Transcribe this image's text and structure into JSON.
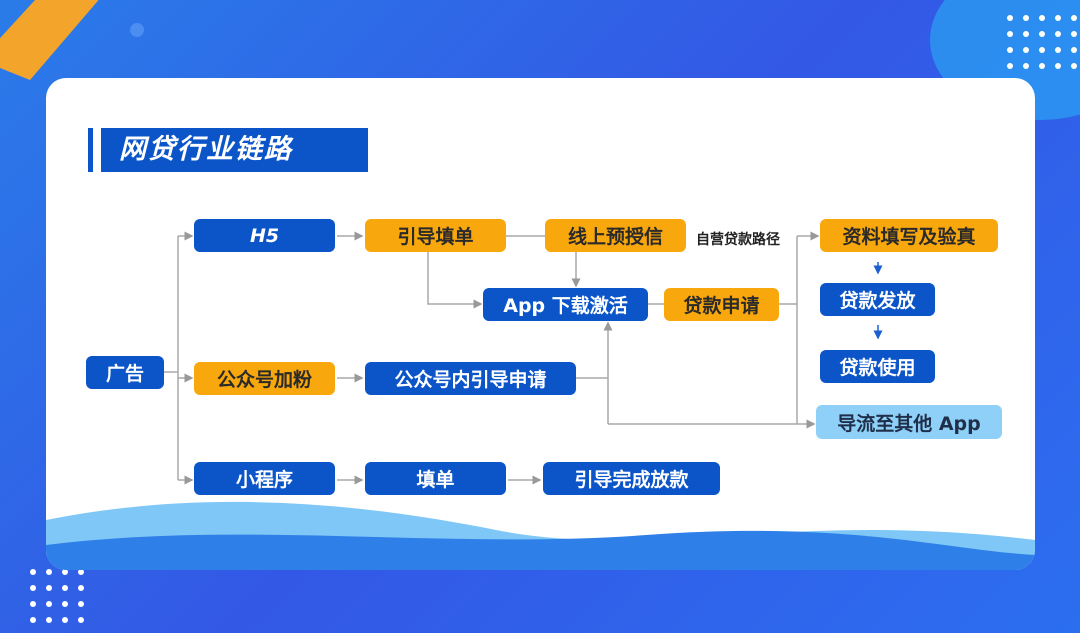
{
  "title": "网贷行业链路",
  "nodes": {
    "ad": "广告",
    "h5": "H5",
    "guide_form": "引导填单",
    "online_precredit": "线上预授信",
    "info_verify": "资料填写及验真",
    "app_activate": "App 下载激活",
    "loan_apply": "贷款申请",
    "loan_disburse": "贷款发放",
    "loan_use": "贷款使用",
    "official_follow": "公众号加粉",
    "official_apply": "公众号内引导申请",
    "divert_app": "导流至其他 App",
    "mini_program": "小程序",
    "fill_form": "填单",
    "guide_disburse": "引导完成放款"
  },
  "edge_label": "自营贷款路径",
  "colors": {
    "blue": "#0b55c8",
    "orange": "#f8a70c",
    "light_blue": "#8fd0f8"
  }
}
